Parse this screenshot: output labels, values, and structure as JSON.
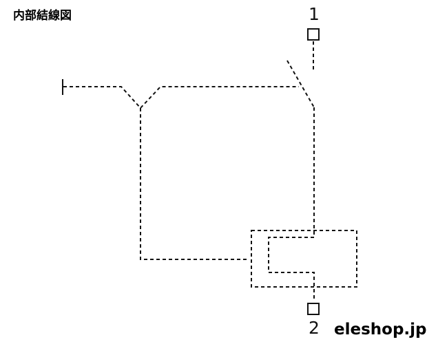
{
  "title": "内部結線図",
  "terminals": [
    {
      "label": "1"
    },
    {
      "label": "2"
    }
  ],
  "watermark": "eleshop.jp",
  "colors": {
    "line": "#111111",
    "background": "#ffffff"
  }
}
